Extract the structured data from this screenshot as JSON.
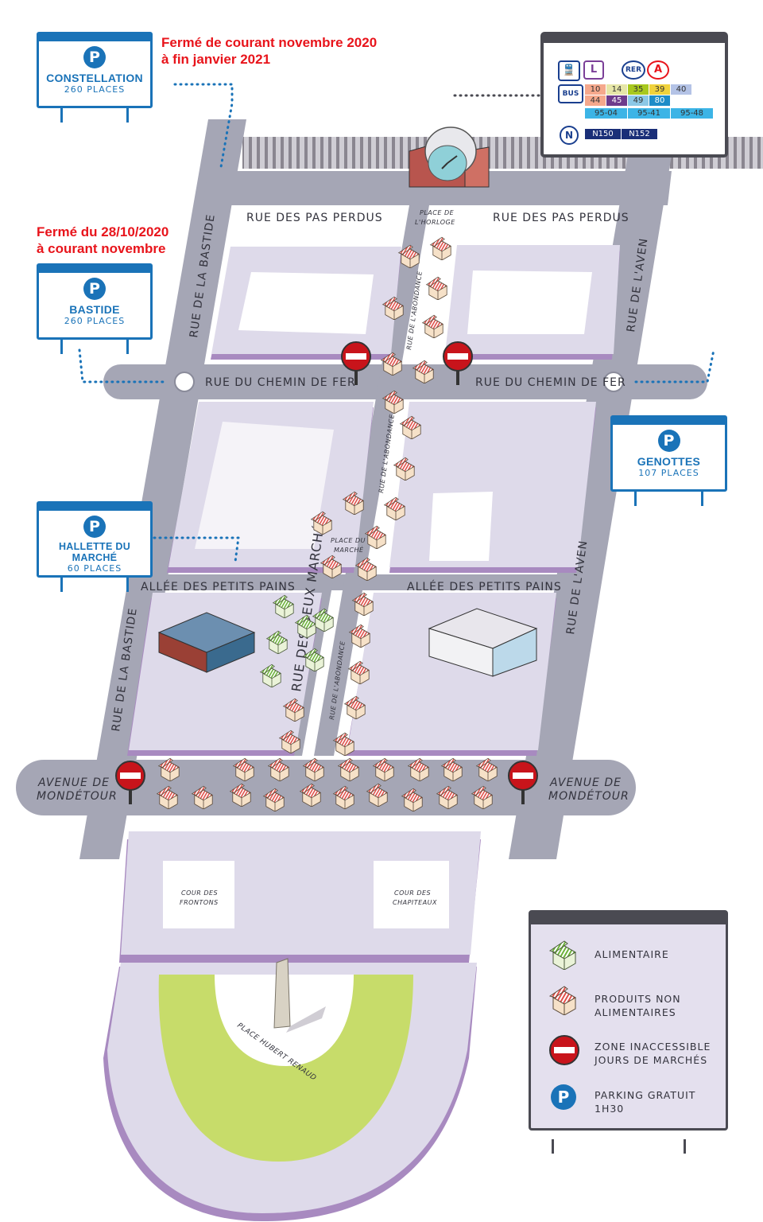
{
  "streets": {
    "pas_perdus_left": "RUE DES PAS PERDUS",
    "pas_perdus_right": "RUE DES PAS PERDUS",
    "chemin_de_fer_left": "RUE DU CHEMIN DE FER",
    "chemin_de_fer_right": "RUE DU CHEMIN DE FER",
    "bastide_top": "RUE DE LA BASTIDE",
    "bastide_bottom": "RUE DE LA BASTIDE",
    "aven_top": "RUE DE L'AVEN",
    "aven_bottom": "RUE DE L'AVEN",
    "petits_pains_left": "ALLÉE DES PETITS PAINS",
    "petits_pains_right": "ALLÉE DES PETITS PAINS",
    "deux_marches": "RUE DES DEUX MARCHÉS",
    "abondance_1": "RUE DE L'ABONDANCE",
    "abondance_2": "RUE DE L'ABONDANCE",
    "abondance_3": "RUE DE L'ABONDANCE",
    "mondetour_left_1": "AVENUE DE",
    "mondetour_left_2": "MONDÉTOUR",
    "mondetour_right_1": "AVENUE DE",
    "mondetour_right_2": "MONDÉTOUR"
  },
  "places": {
    "horloge_1": "PLACE DE",
    "horloge_2": "L'HORLOGE",
    "marche_1": "PLACE DU",
    "marche_2": "MARCHÉ",
    "frontons_1": "COUR DES",
    "frontons_2": "FRONTONS",
    "chapiteaux_1": "COUR DES",
    "chapiteaux_2": "CHAPITEAUX",
    "hubert_renaud": "PLACE HUBERT RENAUD"
  },
  "parkings": {
    "constellation": {
      "badge": "P",
      "name": "CONSTELLATION",
      "capacity": "260 PLACES"
    },
    "bastide": {
      "badge": "P",
      "name": "BASTIDE",
      "capacity": "260 PLACES"
    },
    "genottes": {
      "badge": "P",
      "name": "GENOTTES",
      "capacity": "107 PLACES"
    },
    "hallette": {
      "badge": "P",
      "name": "HALLETTE DU MARCHÉ",
      "capacity": "60 PLACES"
    }
  },
  "notices": {
    "constellation_line1": "Fermé de courant novembre 2020",
    "constellation_line2": "à fin janvier 2021",
    "bastide_line1": "Fermé du 28/10/2020",
    "bastide_line2": "à courant novembre"
  },
  "transit": {
    "l_badge": "L",
    "rer_badge": "RER",
    "a_badge": "A",
    "bus_badge": "BUS",
    "n_badge": "N",
    "bus_lines": [
      {
        "label": "10",
        "color": "#f5a88c"
      },
      {
        "label": "14",
        "color": "#e6e6a8"
      },
      {
        "label": "35",
        "color": "#a8c81e"
      },
      {
        "label": "39",
        "color": "#f0d23c"
      },
      {
        "label": "40",
        "color": "#b4c3e6"
      },
      {
        "label": "44",
        "color": "#f5a88c"
      },
      {
        "label": "45",
        "color": "#6e3c8c"
      },
      {
        "label": "49",
        "color": "#8cc8e6"
      },
      {
        "label": "80",
        "color": "#1e8cc8"
      },
      {
        "label": "95-04",
        "color": "#3cb4e6"
      },
      {
        "label": "95-41",
        "color": "#3cb4e6"
      },
      {
        "label": "95-48",
        "color": "#3cb4e6"
      }
    ],
    "noctilien": [
      {
        "label": "N150",
        "color": "#1a2f78"
      },
      {
        "label": "N152",
        "color": "#1a2f78"
      }
    ]
  },
  "legend": {
    "alimentaire": "ALIMENTAIRE",
    "non_alimentaire": "PRODUITS NON\nALIMENTAIRES",
    "inaccessible": "ZONE INACCESSIBLE\nJOURS DE MARCHÉS",
    "parking": "PARKING GRATUIT\n1H30",
    "parking_badge": "P"
  },
  "colors": {
    "road": "#a5a6b5",
    "block": "#dedaea",
    "block_shadow": "#a88ac0",
    "park": "#c7dc6a",
    "parking_blue": "#1a73b8",
    "notice_red": "#e8141b",
    "stall_red": "#e0504a",
    "stall_green": "#6cb23a"
  }
}
